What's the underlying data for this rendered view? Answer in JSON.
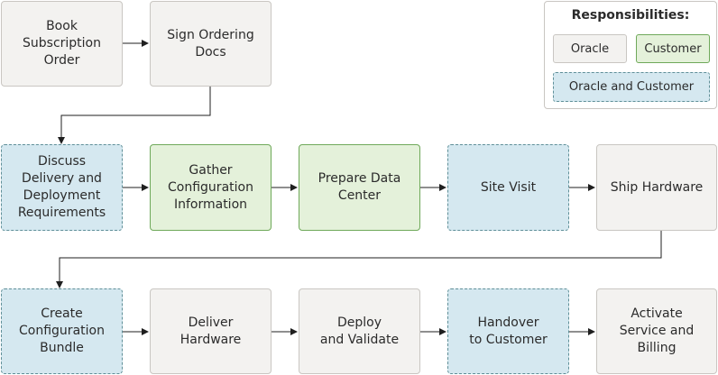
{
  "legend": {
    "title": "Responsibilities:",
    "oracle": "Oracle",
    "customer": "Customer",
    "shared": "Oracle and Customer"
  },
  "steps": {
    "book": "Book\nSubscription\nOrder",
    "sign": "Sign Ordering\nDocs",
    "discuss": "Discuss\nDelivery and\nDeployment\nRequirements",
    "gather": "Gather\nConfiguration\nInformation",
    "prepare": "Prepare Data\nCenter",
    "site_visit": "Site Visit",
    "ship": "Ship Hardware",
    "create": "Create\nConfiguration\nBundle",
    "deliver": "Deliver\nHardware",
    "deploy": "Deploy\nand Validate",
    "handover": "Handover\nto Customer",
    "activate": "Activate\nService and\nBilling"
  }
}
